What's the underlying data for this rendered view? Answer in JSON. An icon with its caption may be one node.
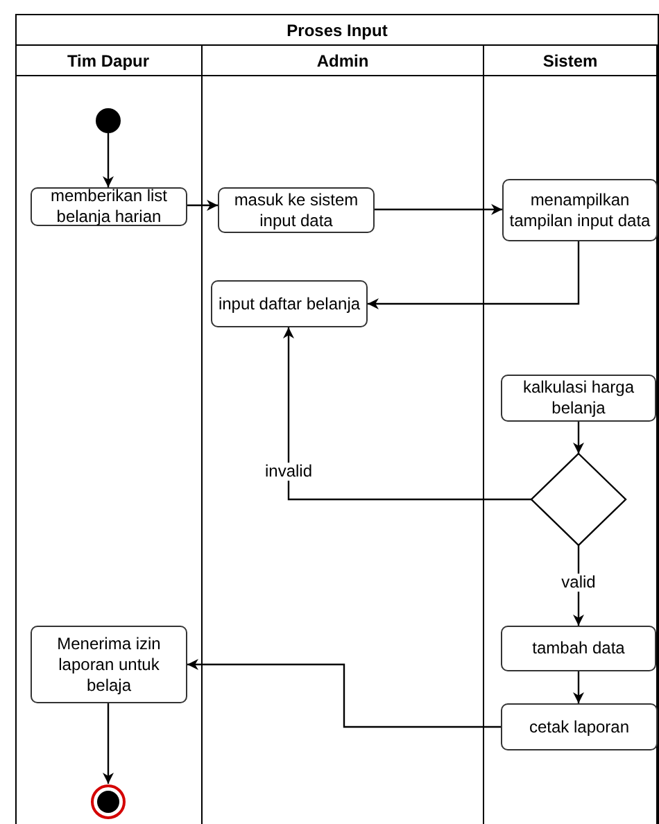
{
  "diagram": {
    "nodes": [
      {
        "text": [
          "Proses Input"
        ]
      },
      {
        "text": [
          "Tim Dapur"
        ],
        "in": 0
      },
      {
        "text": [
          "Admin"
        ],
        "in": 0
      },
      {
        "text": [
          "Sistem"
        ],
        "in": 0
      },
      {
        "text": [],
        "shape": "circle",
        "in": 1
      },
      {
        "text": [
          "memberikan list belanja harian"
        ],
        "in": 1
      },
      {
        "text": [
          "masuk ke sistem input data"
        ],
        "in": 2
      },
      {
        "text": [
          "menampilkan tampilan input data"
        ],
        "in": 3
      },
      {
        "text": [
          "input daftar belanja"
        ],
        "in": 2
      },
      {
        "text": [
          "kalkulasi harga belanja"
        ],
        "in": 3
      },
      {
        "text": [],
        "shape": "diamond",
        "in": 3
      },
      {
        "text": [
          "tambah data"
        ],
        "in": 3
      },
      {
        "text": [
          "cetak laporan"
        ],
        "in": 3
      },
      {
        "text": [
          "Menerima izin laporan untuk belaja"
        ],
        "in": 1
      },
      {
        "text": [],
        "shape": "circle",
        "in": 1
      }
    ],
    "edges": [
      {
        "from": 4,
        "to": 5,
        "arrow": "to"
      },
      {
        "from": 5,
        "to": 6,
        "arrow": "to"
      },
      {
        "from": 6,
        "to": 7,
        "arrow": "to"
      },
      {
        "from": 7,
        "to": 8,
        "arrow": "to"
      },
      {
        "from": 9,
        "to": 10,
        "arrow": "to"
      },
      {
        "from": 10,
        "to": 8,
        "arrow": "to",
        "label": "invalid"
      },
      {
        "from": 10,
        "to": 11,
        "arrow": "to",
        "label": "valid"
      },
      {
        "from": 11,
        "to": 12,
        "arrow": "to"
      },
      {
        "from": 12,
        "to": 13,
        "arrow": "to"
      },
      {
        "from": 13,
        "to": 14,
        "arrow": "to"
      }
    ]
  }
}
